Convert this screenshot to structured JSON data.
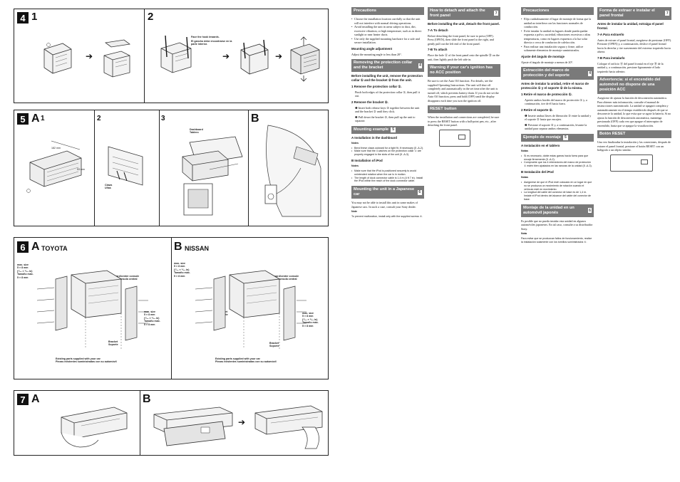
{
  "sec4": {
    "num": "4",
    "step1": "1",
    "step2": "2",
    "hook_note_en": "Face the hook inwards.",
    "hook_note_es": "El gancho debe encontrarse en la parte interior."
  },
  "sec5": {
    "num": "5",
    "a": "A",
    "a1": "1",
    "s2": "2",
    "s3": "3",
    "b": "B",
    "dim1": "182 mm",
    "dim2": "53 mm",
    "claws": "Claws\nUñas",
    "dashboard": "Dashboard\nTablero"
  },
  "sec6": {
    "num": "6",
    "a": "A",
    "toyota": "TOYOTA",
    "b": "B",
    "nissan": "NISSAN",
    "max1": "max. size\n5 × 8 mm\n(⁷⁄₃₂ × ⁵⁄₁₆ in)\nTamaño máx.\n5 × 8 mm",
    "max2": "max. size\n5 × 8 mm\n(⁷⁄₃₂ × ⁵⁄₁₆ in)\nTamaño máx.\n5 × 8 mm",
    "console": "to dashboard/center console\nal tablero o consola central",
    "bracket": "Bracket\nSoporte",
    "existing": "Existing parts supplied with your car\nPiezas existentes suministradas con su automóvil"
  },
  "sec7": {
    "num": "7",
    "a": "A",
    "b": "B"
  },
  "col1": {
    "precautions": "Precautions",
    "prec_items": [
      "Choose the installation location carefully so that the unit will not interfere with normal driving operations.",
      "Avoid installing the unit in areas subject to dust, dirt, excessive vibration, or high temperature, such as in direct sunlight or near heater ducts.",
      "Use only the supplied mounting hardware for a safe and secure installation."
    ],
    "angle_h": "Mounting angle adjustment",
    "angle_t": "Adjust the mounting angle to less than 20°.",
    "removing_h": "Removing the protection collar and the bracket",
    "removing_n": "4",
    "removing_intro": "Before installing the unit, remove the protection collar ① and the bracket ② from the unit.",
    "rem1": "1  Remove the protection collar ①.",
    "rem1t": "Pinch both edges of the protection collar ①, then pull it out.",
    "rem2": "2  Remove the bracket ②.",
    "rem2a": "❶ Insert both release keys ③ together between the unit and the bracket ② until they click.",
    "rem2b": "❷ Pull down the bracket ②, then pull up the unit to separate.",
    "mount_h": "Mounting example",
    "mount_n": "5",
    "mountA": "A  Installation in the dashboard",
    "mountA_notes": "Notes",
    "mountA_items": [
      "Bend these claws outward for a tight fit, if necessary (5 -A-2).",
      "Make sure that the 4 catches on the protection collar ① are properly engaged in the slots of the unit (5 -A-3)."
    ],
    "mountB": "B  Installation of iPod",
    "mountB_notes": "Notes",
    "mountB_items": [
      "Make sure that the iPod is positioned securely to avoid unintended rotation when the car is in motion.",
      "The length of dock connector cable is 1.4 m (4 ft 7 in). Install the iPod within the reach of the dock connector cable."
    ],
    "japan_h": "Mounting the unit in a Japanese car",
    "japan_n": "6",
    "japan_t": "You may not be able to install this unit in some makes of Japanese cars. In such a case, consult your Sony dealer.",
    "japan_note": "Note",
    "japan_note_t": "To prevent malfunction, install only with the supplied screws ⑤."
  },
  "col2": {
    "detach_h": "How to detach and attach the front panel",
    "detach_n": "7",
    "detach_intro": "Before installing the unit, detach the front panel.",
    "detA": "7-A To detach",
    "detA_t": "Before detaching the front panel, be sure to press (OFF). Press (OPEN), then slide the front panel to the right, and gently pull out the left end of the front panel.",
    "detB": "7-B To attach",
    "detB_t": "Place the hole Ⓐ of the front panel onto the spindle Ⓑ on the unit, then lightly push the left side in.",
    "warn_h": "Warning if your car's ignition has no ACC position",
    "warn_t": "Be sure to set the Auto Off function. For details, see the supplied Operating Instructions. The unit will shut off completely and automatically in the set time after the unit is turned off, which prevents battery drain. If you do not set the Auto Off function, press and hold (OFF) until the display disappears each time you turn the ignition off.",
    "reset_h": "RESET button",
    "reset_t": "When the installation and connections are completed, be sure to press the RESET button with a ball-point pen, etc., after detaching the front panel."
  },
  "col3": {
    "prec_h": "Precauciones",
    "prec_items": [
      "Elija cuidadosamente el lugar de montaje de forma que la unidad no interfiera con las funciones normales de conducción.",
      "Evite instalar la unidad en lugares donde pueda quedar expuesta a polvo, suciedad, vibraciones excesivas o altas temperaturas, como en lugares expuestos a la luz solar directa o cerca de conductos de calefacción.",
      "Para realizar una instalación segura y firme, utilice solamente elementos de montaje suministrados."
    ],
    "angle_h": "Ajuste del ángulo de montaje",
    "angle_t": "Ajuste el ángulo de montaje a menos de 20°.",
    "extr_h": "Extracción del marco de protección y del soporte",
    "extr_n": "4",
    "extr_intro": "Antes de instalar la unidad, retire el marco de protección ① y el soporte ② de la misma.",
    "ext1": "1  Retire el marco de protección ①.",
    "ext1t": "Apriete ambos bordes del marco de protección ① y, a continuación, tire de él hacia fuera.",
    "ext2": "2  Retire el soporte ②.",
    "ext2a": "❶ Inserte ambas llaves de liberación ③ entre la unidad y el soporte ② hasta que encajen.",
    "ext2b": "❷ Presione el soporte ② y, a continuación, levante la unidad para separar ambos elementos.",
    "ej_h": "Ejemplo de montaje",
    "ej_n": "5",
    "ejA": "A  Instalación en el tablero",
    "ejA_notes": "Notas",
    "ejA_items": [
      "Si es necesario, doble estas garras hacia fuera para que encaje firmemente (5 -A-2).",
      "Compruebe que los 4 retenedores del marco de protección ① estén bien ajustados en las ranuras de la unidad (5 -A-3)."
    ],
    "ejB": "B  Instalación del iPod",
    "ejB_notes": "Notas",
    "ejB_items": [
      "Asegúrese de que el iPod esté colocado en un lugar en que no se produzca un movimiento de rotación cuando el vehículo esté en movimiento.",
      "La longitud del cable del conector de base es de 1,4 m. Instale el iPod dentro del alcance del cable del conector de base."
    ],
    "japon_h": "Montaje de la unidad en un automóvil japonés",
    "japon_n": "6",
    "japon_t": "Es posible que no pueda instalar esta unidad en algunos automóviles japoneses. En tal caso, consulte a su distribuidor Sony.",
    "japon_note": "Nota",
    "japon_note_t": "Para evitar que se produzcan fallos de funcionamiento, realice la instalación solamente con los tornillos suministrados ⑤."
  },
  "col4": {
    "forma_h": "Forma de extraer e instalar el panel frontal",
    "forma_n": "7",
    "forma_intro": "Antes de instalar la unidad, extraiga el panel frontal.",
    "fA": "7-A Para extraerlo",
    "fA_t": "Antes de extraer el panel frontal, asegúrese de presionar (OFF). Presione (OPEN) y, a continuación, deslice el panel frontal hacia la derecha y tire suavemente del extremo izquierdo hacia afuera.",
    "fB": "7-B Para instalarlo",
    "fB_t": "Coloque el orificio Ⓐ del panel frontal en el eje Ⓑ de la unidad y, a continuación, presione ligeramente el lado izquierdo hacia adentro.",
    "adv_h": "Advertencia: si el encendido del automóvil no dispone de una posición ACC",
    "adv_t": "Asegúrese de ajustar la función de desconexión automática. Para obtener más información, consulte el manual de instrucciones suministrado. La unidad se apagará completa y automáticamente en el tiempo establecido después de que se desconecte la unidad, lo que evita que se agote la batería. Si no ajusta la función de desconexión automática, mantenga presionado (OFF) cada vez que apague el interruptor de encendido, hasta que se apague la visualización.",
    "reset_h": "Botón RESET",
    "reset_t": "Una vez finalizadas la instalación y las conexiones, después de extraer el panel frontal, presione el botón RESET con un bolígrafo o un objeto similar."
  }
}
